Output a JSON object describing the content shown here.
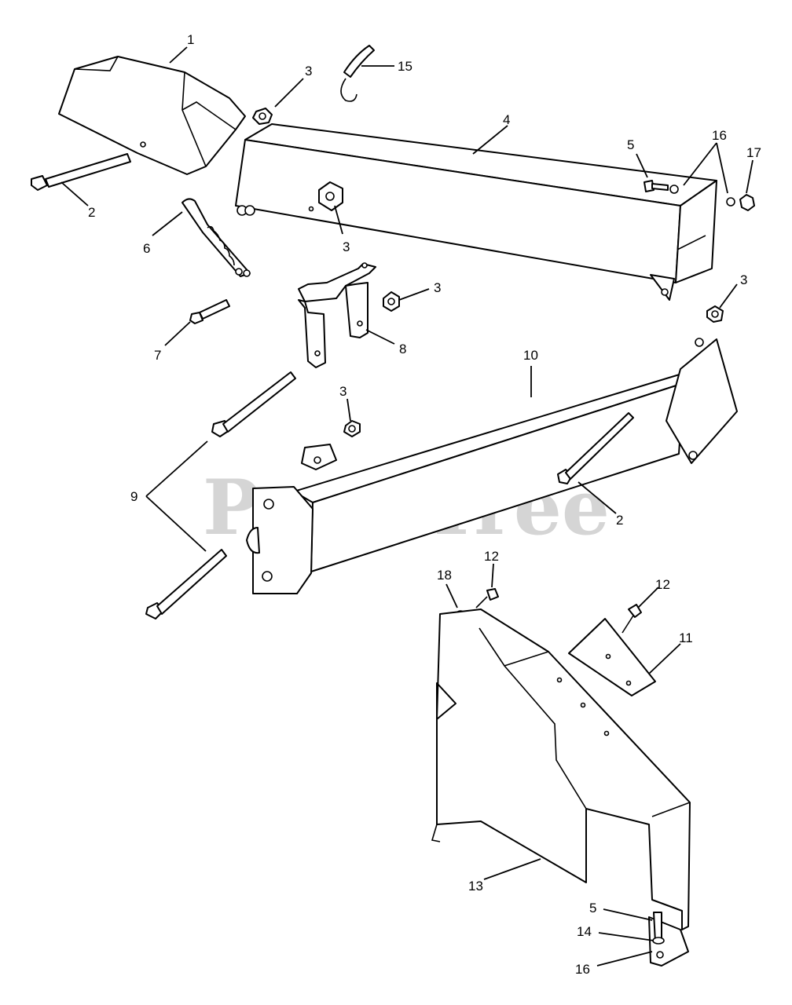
{
  "watermark": "PartsTree",
  "callouts": {
    "c1": "1",
    "c2a": "2",
    "c2b": "2",
    "c3a": "3",
    "c3b": "3",
    "c3c": "3",
    "c3d": "3",
    "c3e": "3",
    "c4": "4",
    "c5a": "5",
    "c5b": "5",
    "c6": "6",
    "c7": "7",
    "c8": "8",
    "c9": "9",
    "c10": "10",
    "c11": "11",
    "c12a": "12",
    "c12b": "12",
    "c13": "13",
    "c14": "14",
    "c15": "15",
    "c16a": "16",
    "c16b": "16",
    "c17": "17",
    "c18": "18"
  }
}
